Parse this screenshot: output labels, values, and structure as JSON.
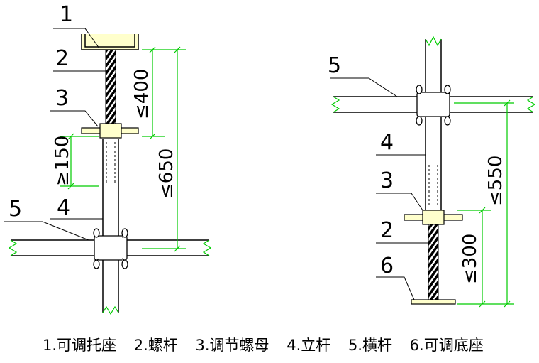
{
  "left_labels": {
    "n1": "1",
    "n2": "2",
    "n3": "3",
    "n4": "4",
    "n5": "5"
  },
  "left_dims": {
    "d400": "≤400",
    "d150": "≥150",
    "d650": "≤650"
  },
  "right_labels": {
    "n5": "5",
    "n4": "4",
    "n3": "3",
    "n2": "2",
    "n6": "6"
  },
  "right_dims": {
    "d550": "≤550",
    "d300": "≤300"
  },
  "legend": [
    "1.可调托座",
    "2.螺杆",
    "3.调节螺母",
    "4.立杆",
    "5.横杆",
    "6.可调底座"
  ],
  "colors": {
    "line": "#000000",
    "dimension": "#00cc00",
    "part_fill": "#ffffcc"
  }
}
